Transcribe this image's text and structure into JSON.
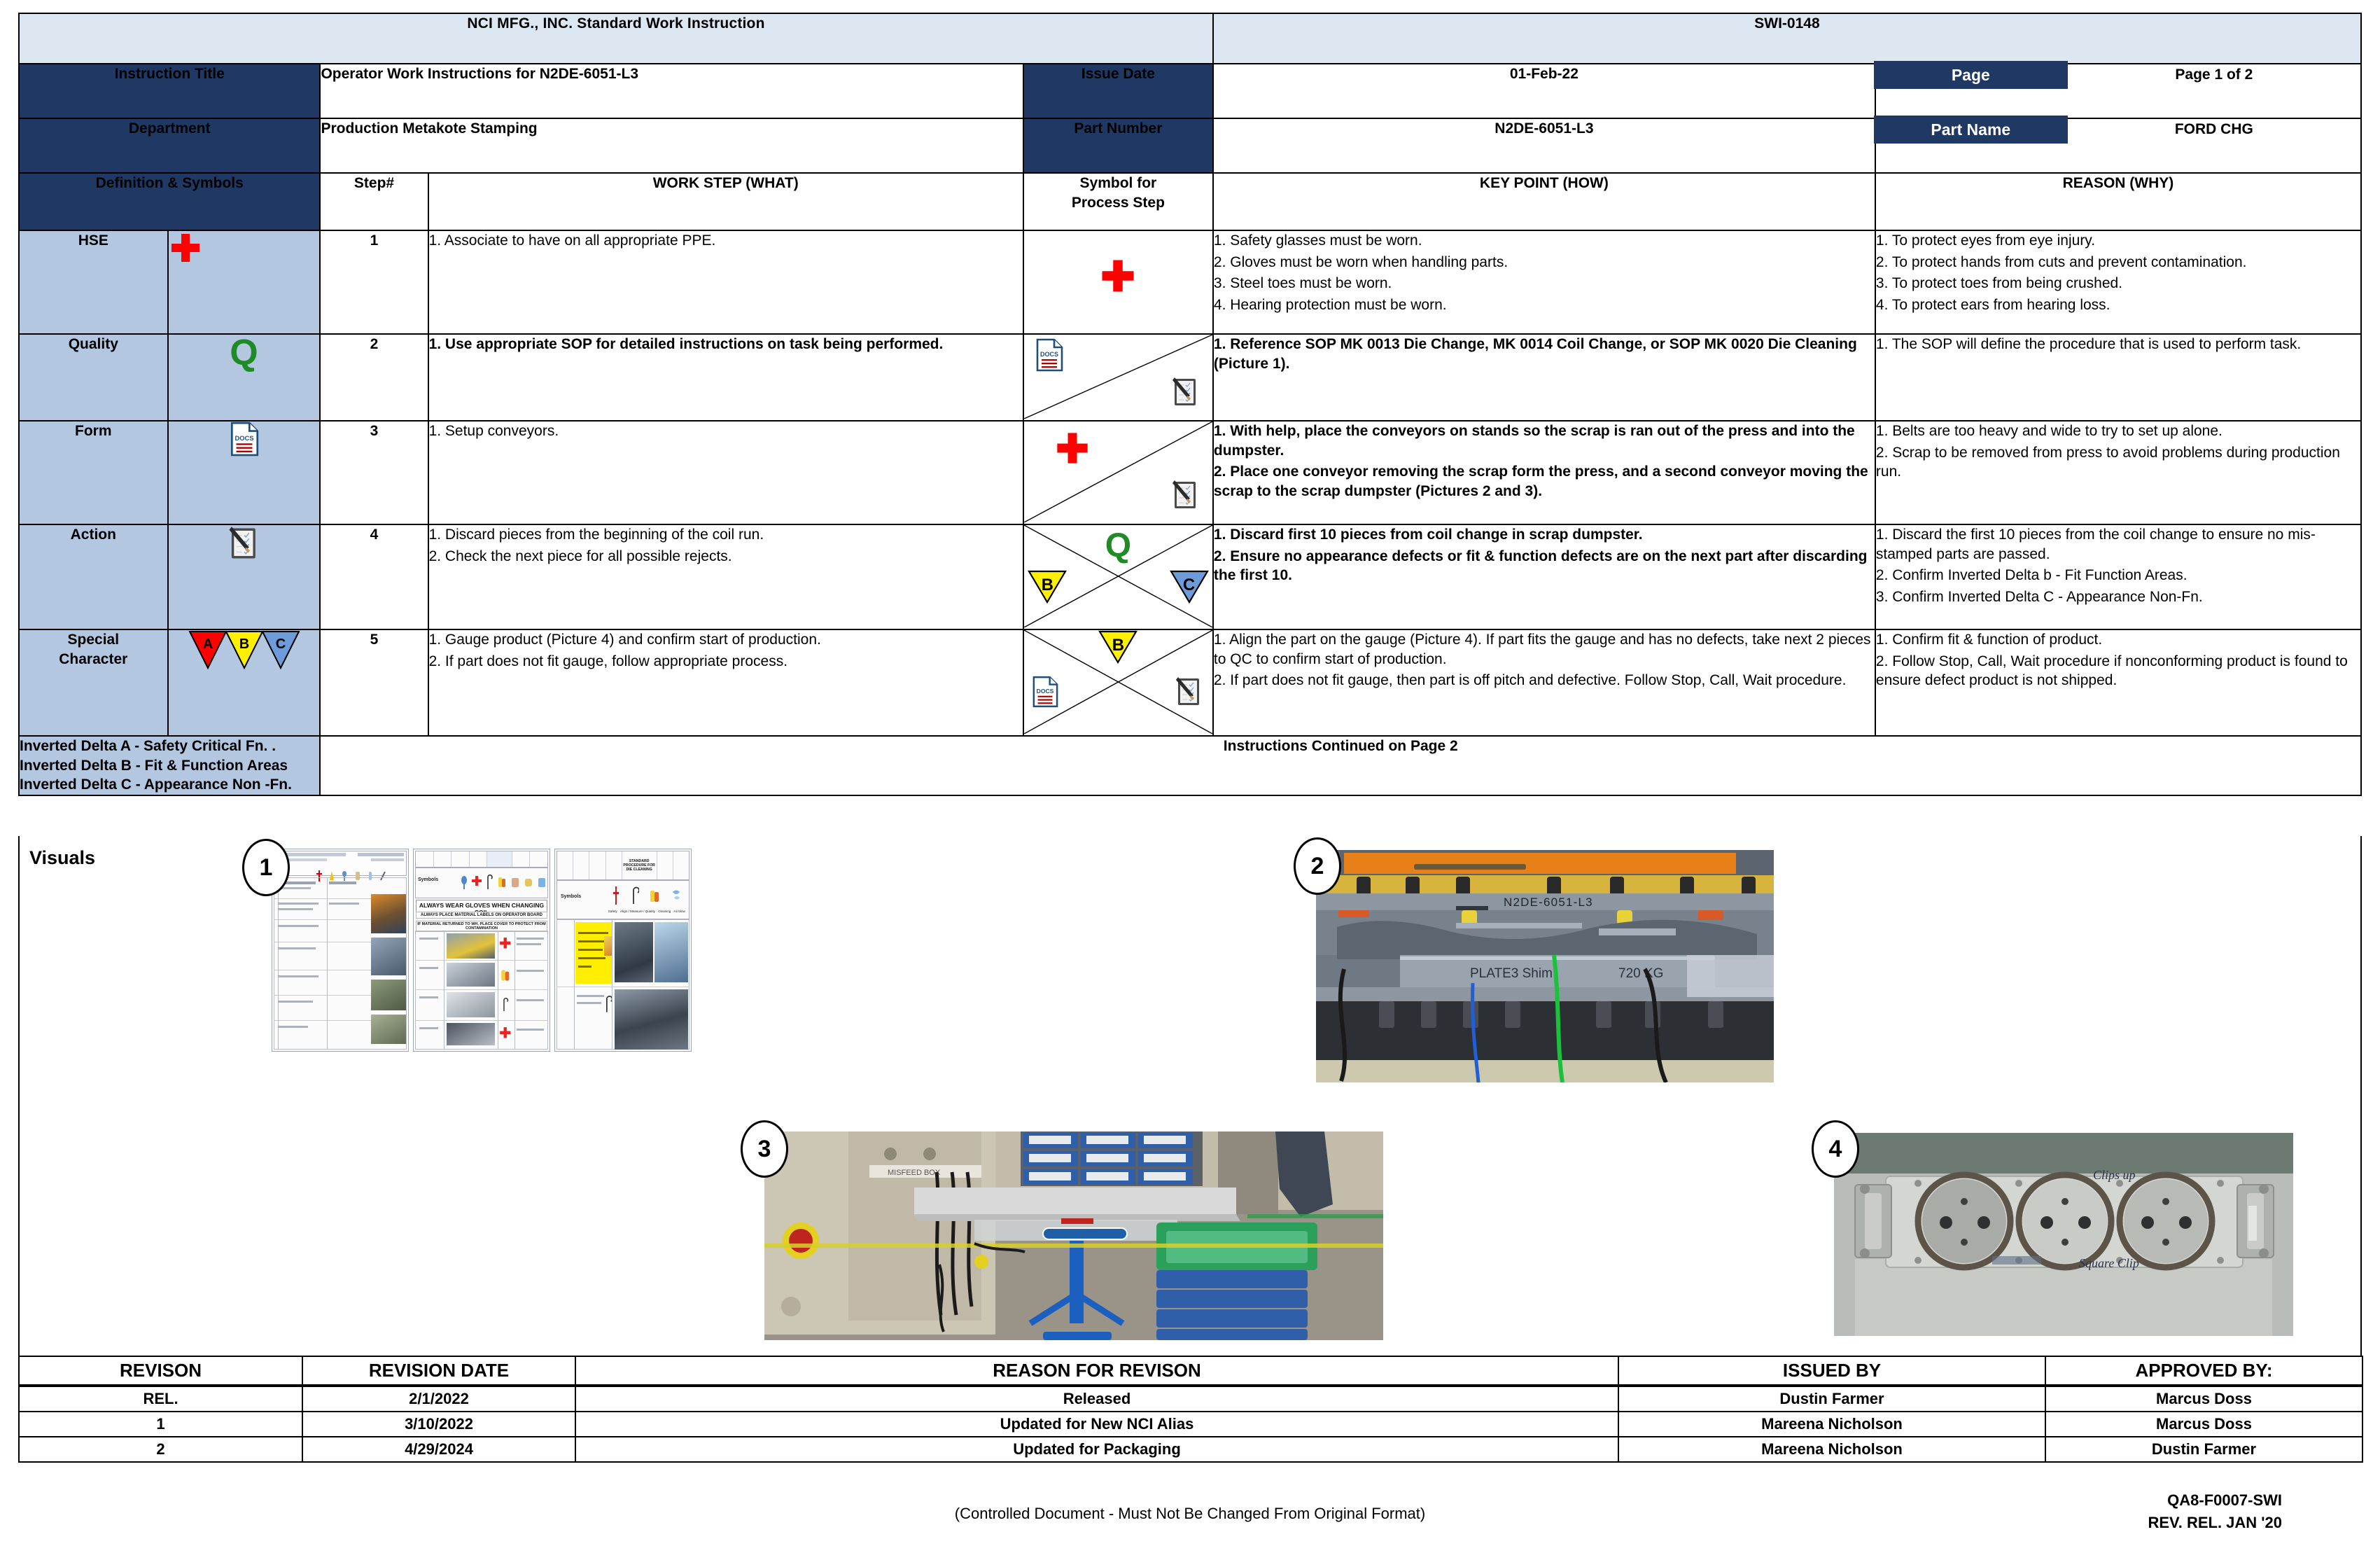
{
  "header": {
    "doc_title": "NCI MFG., INC. Standard Work Instruction",
    "doc_number": "SWI-0148",
    "instruction_title_label": "Instruction Title",
    "instruction_title_value": "Operator Work Instructions for N2DE-6051-L3",
    "issue_date_label": "Issue Date",
    "issue_date_value": "01-Feb-22",
    "page_label": "Page",
    "page_value": "Page 1 of 2",
    "department_label": "Department",
    "department_value": "Production Metakote Stamping",
    "part_number_label": "Part Number",
    "part_number_value": "N2DE-6051-L3",
    "part_name_label": "Part Name",
    "part_name_value": "FORD CHG"
  },
  "columns": {
    "definition_symbols": "Definition & Symbols",
    "step": "Step#",
    "work_step": "WORK STEP (WHAT)",
    "symbol_process": "Symbol for\nProcess Step",
    "symbol_process_l1": "Symbol for",
    "symbol_process_l2": "Process Step",
    "key_point": "KEY POINT (HOW)",
    "reason": "REASON (WHY)"
  },
  "rows": [
    {
      "definition": "HSE",
      "definition_icon": "red-cross-icon",
      "step": "1",
      "work_step": [
        "1. Associate to have on all appropriate PPE."
      ],
      "work_step_bold": false,
      "symbols": [
        "red-cross-icon"
      ],
      "key_point": [
        "1. Safety glasses must be worn.",
        "2. Gloves must be worn when handling parts.",
        "3. Steel toes must be worn.",
        "4. Hearing protection must be worn."
      ],
      "key_point_bold": false,
      "reason": [
        "1. To protect eyes from eye injury.",
        "2. To protect hands from cuts and prevent contamination.",
        "3. To protect toes from being crushed.",
        "4. To protect ears from hearing loss."
      ]
    },
    {
      "definition": "Quality",
      "definition_icon": "green-q-icon",
      "step": "2",
      "work_step": [
        "1. Use appropriate SOP for detailed instructions on task being performed."
      ],
      "work_step_bold": true,
      "symbols": [
        "docs-icon",
        "clipboard-pen-icon"
      ],
      "key_point": [
        "1. Reference SOP MK 0013 Die Change, MK 0014 Coil Change, or SOP MK 0020 Die Cleaning  (Picture 1)."
      ],
      "key_point_bold": true,
      "reason": [
        "1. The SOP will define the procedure that is used to perform task."
      ]
    },
    {
      "definition": "Form",
      "definition_icon": "docs-icon",
      "step": "3",
      "work_step": [
        "1. Setup conveyors."
      ],
      "work_step_bold": false,
      "symbols": [
        "red-cross-icon",
        "clipboard-pen-icon"
      ],
      "key_point": [
        "1. With help, place the conveyors on stands so the scrap is ran out of the press and into the dumpster.",
        "2. Place one conveyor removing the scrap form the press, and a second conveyor moving the scrap to the scrap dumpster (Pictures 2 and 3)."
      ],
      "key_point_bold": true,
      "reason": [
        "1. Belts are too heavy and wide to try to set up alone.",
        "2. Scrap to be removed from press to avoid problems during production run."
      ]
    },
    {
      "definition": "Action",
      "definition_icon": "clipboard-pen-icon",
      "step": "4",
      "work_step": [
        "1. Discard pieces from the beginning of the coil run.",
        "2. Check the next piece for all possible rejects."
      ],
      "work_step_bold": false,
      "symbols": [
        "green-q-icon",
        "yellow-triangle-b-icon",
        "blue-triangle-c-icon"
      ],
      "key_point": [
        "1. Discard first 10 pieces from coil change in scrap dumpster.",
        "2. Ensure no appearance defects or fit & function defects are on the next part after discarding the first 10."
      ],
      "key_point_bold": true,
      "reason": [
        "1. Discard the first 10 pieces from the coil change to ensure no mis-stamped parts are passed.",
        "2. Confirm Inverted Delta b - Fit  Function Areas.",
        "3. Confirm Inverted Delta C - Appearance Non-Fn."
      ]
    },
    {
      "definition": "Special Character",
      "definition_line1": "Special",
      "definition_line2": "Character",
      "definition_icon": "abc-triangles-icon",
      "step": "5",
      "work_step": [
        "1. Gauge product (Picture 4) and confirm start of production.",
        "2. If part does not fit gauge, follow appropriate process."
      ],
      "work_step_bold": false,
      "symbols": [
        "yellow-triangle-b-icon",
        "docs-icon",
        "clipboard-pen-icon"
      ],
      "key_point": [
        "1. Align the part on the gauge (Picture 4). If part fits the gauge and has no defects, take next 2 pieces to QC to confirm start of production.",
        "2. If part does not fit gauge, then part is off pitch and defective. Follow Stop, Call, Wait procedure."
      ],
      "key_point_bold": false,
      "reason": [
        "1. Confirm fit & function of product.",
        "2. Follow Stop, Call, Wait procedure if nonconforming product is found to ensure defect product is not shipped."
      ]
    }
  ],
  "legend": {
    "line1": "Inverted Delta A - Safety Critical Fn. .",
    "line2": "Inverted Delta B - Fit & Function Areas",
    "line3": "Inverted Delta C  - Appearance Non -Fn."
  },
  "continued_note": "Instructions Continued on Page 2",
  "visuals": {
    "label": "Visuals",
    "callouts": [
      "1",
      "2",
      "3",
      "4"
    ],
    "photo1_caption": "ALWAYS WEAR GLOVES WHEN CHANGING COIL",
    "photo1_caption2": "ALWAYS PLACE MATERIAL LABELS ON OPERATOR BOARD",
    "photo1_caption3": "IF MATERIAL RETURNED TO WH, PLACE COVER TO PROTECT FROM CONTAMINATION",
    "photo1_symbols_label": "Symbols",
    "photo1_sop_title": "STANDARD PROCEDURE FOR DIE CLEANING",
    "photo2_die_label": "N2DE-6051-L3",
    "photo2_plate_label": "PLATE3 Shim",
    "photo2_weight_label": "720 KG",
    "photo3_box_label": "MISFEED BOX",
    "photo4_note1": "Clips up",
    "photo4_note2": "Square Clip"
  },
  "revision": {
    "headers": [
      "REVISON",
      "REVISION DATE",
      "REASON FOR REVISON",
      "ISSUED BY",
      "APPROVED BY:"
    ],
    "rows": [
      {
        "rev": "REL.",
        "date": "2/1/2022",
        "reason": "Released",
        "issued": "Dustin Farmer",
        "approved": "Marcus Doss"
      },
      {
        "rev": "1",
        "date": "3/10/2022",
        "reason": "Updated for New NCI Alias",
        "issued": "Mareena Nicholson",
        "approved": "Marcus Doss"
      },
      {
        "rev": "2",
        "date": "4/29/2024",
        "reason": "Updated for Packaging",
        "issued": "Mareena Nicholson",
        "approved": "Dustin Farmer"
      }
    ]
  },
  "footer": {
    "center": "(Controlled Document - Must Not Be Changed From Original Format)",
    "right_line1": "QA8-F0007-SWI",
    "right_line2": "REV. REL. JAN '20"
  },
  "colors": {
    "navy": "#1F3864",
    "light_blue_header": "#DDE7F2",
    "row_blue": "#B4C7E0",
    "red": "#FF0000",
    "green": "#1E8B24",
    "yellow": "#FFF000",
    "blue_triangle": "#6E9BD9"
  }
}
